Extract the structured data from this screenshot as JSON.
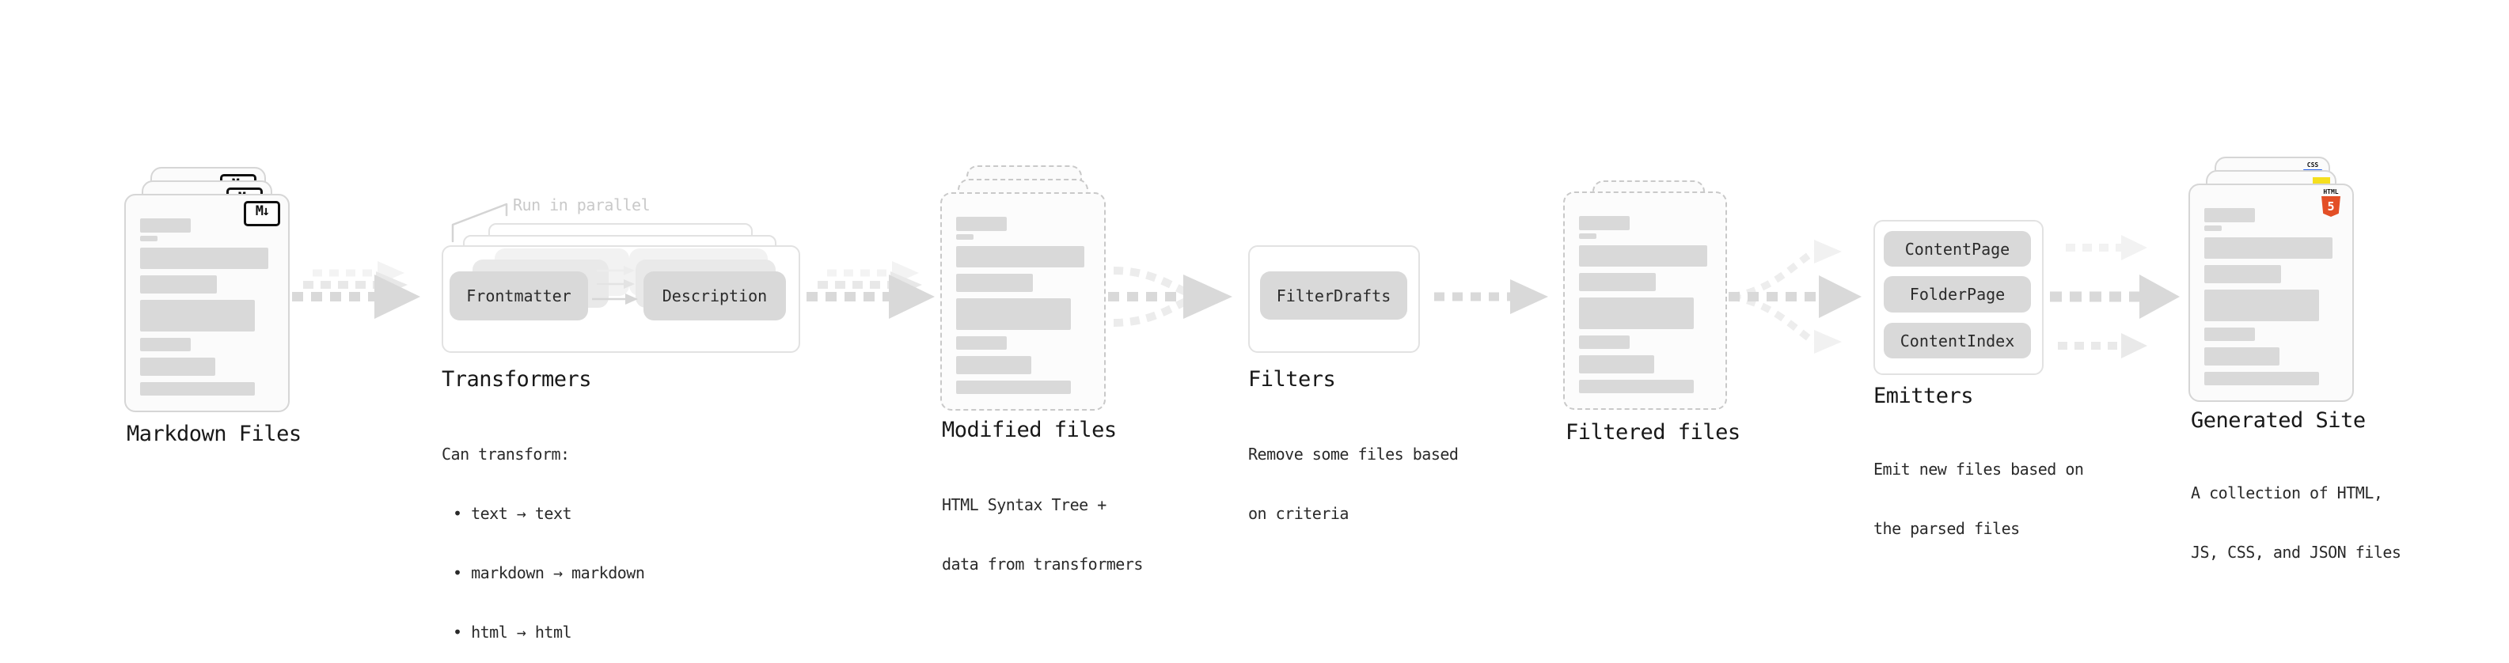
{
  "pipeline": {
    "markdown_files": {
      "label": "Markdown Files",
      "badge": "M↓"
    },
    "transformers": {
      "label": "Transformers",
      "note": "Run in parallel",
      "pill_frontmatter": "Frontmatter",
      "pill_description": "Description",
      "body_heading": "Can transform:",
      "bullets": [
        "• text → text",
        "• markdown → markdown",
        "• html → html"
      ]
    },
    "modified_files": {
      "label": "Modified files",
      "body_line1": "HTML Syntax Tree +",
      "body_line2": "data from transformers"
    },
    "filters": {
      "label": "Filters",
      "pill_filterdrafts": "FilterDrafts",
      "body_line1": "Remove some files based",
      "body_line2": "on criteria"
    },
    "filtered_files": {
      "label": "Filtered files"
    },
    "emitters": {
      "label": "Emitters",
      "pill_contentpage": "ContentPage",
      "pill_folderpage": "FolderPage",
      "pill_contentindex": "ContentIndex",
      "body_line1": "Emit new files based on",
      "body_line2": "the parsed files"
    },
    "generated_site": {
      "label": "Generated Site",
      "body_line1": "A collection of HTML,",
      "body_line2": "JS, CSS, and JSON files",
      "css_badge_text": "CSS",
      "html_badge_text": "HTML",
      "html_badge_number": "5"
    }
  },
  "colors": {
    "html5_orange": "#e34f26",
    "js_yellow": "#f5df1e",
    "css_blue": "#2862e9",
    "arrow_gray": "#d9d9d9",
    "bar_gray": "#d9d9d9"
  }
}
